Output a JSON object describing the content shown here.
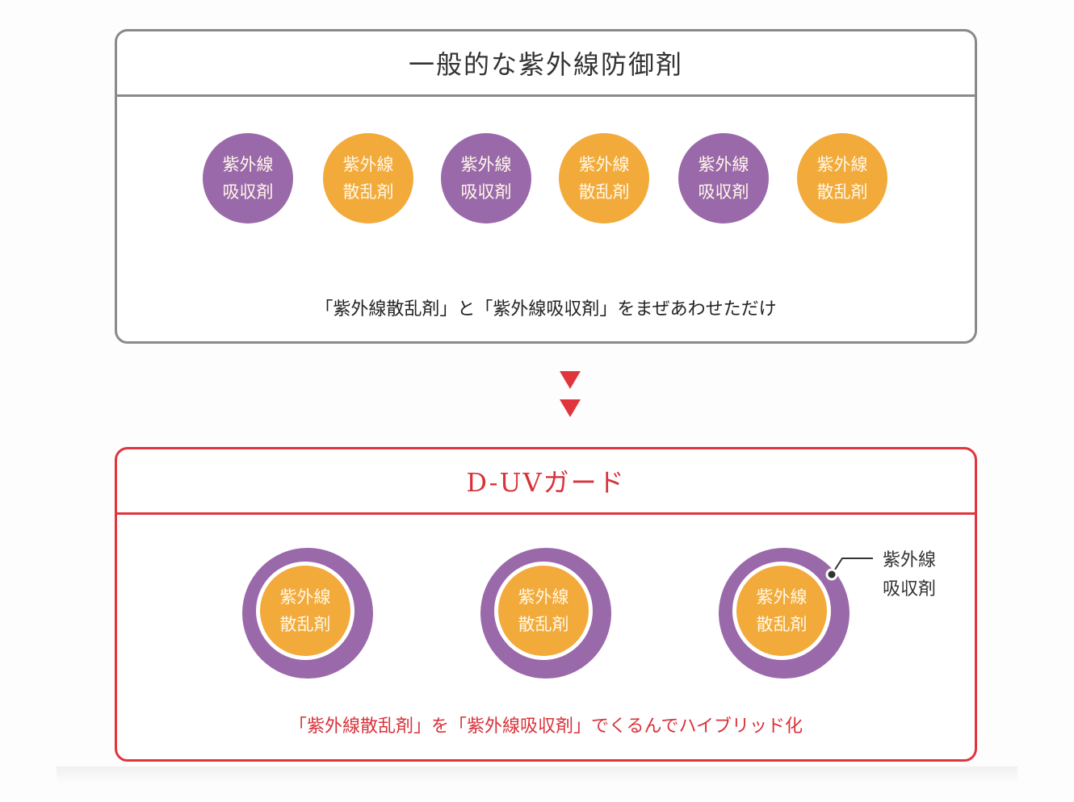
{
  "general": {
    "title": "一般的な紫外線防御剤",
    "caption": "「紫外線散乱剤」と「紫外線吸収剤」をまぜあわせただけ",
    "particles": [
      {
        "type": "absorber",
        "label1": "紫外線",
        "label2": "吸収剤"
      },
      {
        "type": "scatterer",
        "label1": "紫外線",
        "label2": "散乱剤"
      },
      {
        "type": "absorber",
        "label1": "紫外線",
        "label2": "吸収剤"
      },
      {
        "type": "scatterer",
        "label1": "紫外線",
        "label2": "散乱剤"
      },
      {
        "type": "absorber",
        "label1": "紫外線",
        "label2": "吸収剤"
      },
      {
        "type": "scatterer",
        "label1": "紫外線",
        "label2": "散乱剤"
      }
    ]
  },
  "duv": {
    "title": "D-UVガード",
    "caption": "「紫外線散乱剤」を「紫外線吸収剤」でくるんでハイブリッド化",
    "particles": [
      {
        "label1": "紫外線",
        "label2": "散乱剤"
      },
      {
        "label1": "紫外線",
        "label2": "散乱剤"
      },
      {
        "label1": "紫外線",
        "label2": "散乱剤"
      }
    ],
    "annotation": {
      "line1": "紫外線",
      "line2": "吸収剤"
    }
  },
  "colors": {
    "absorber": "#9a69aa",
    "scatterer": "#f2aa3a",
    "accent": "#e0353d",
    "neutral": "#8a8a8a"
  }
}
